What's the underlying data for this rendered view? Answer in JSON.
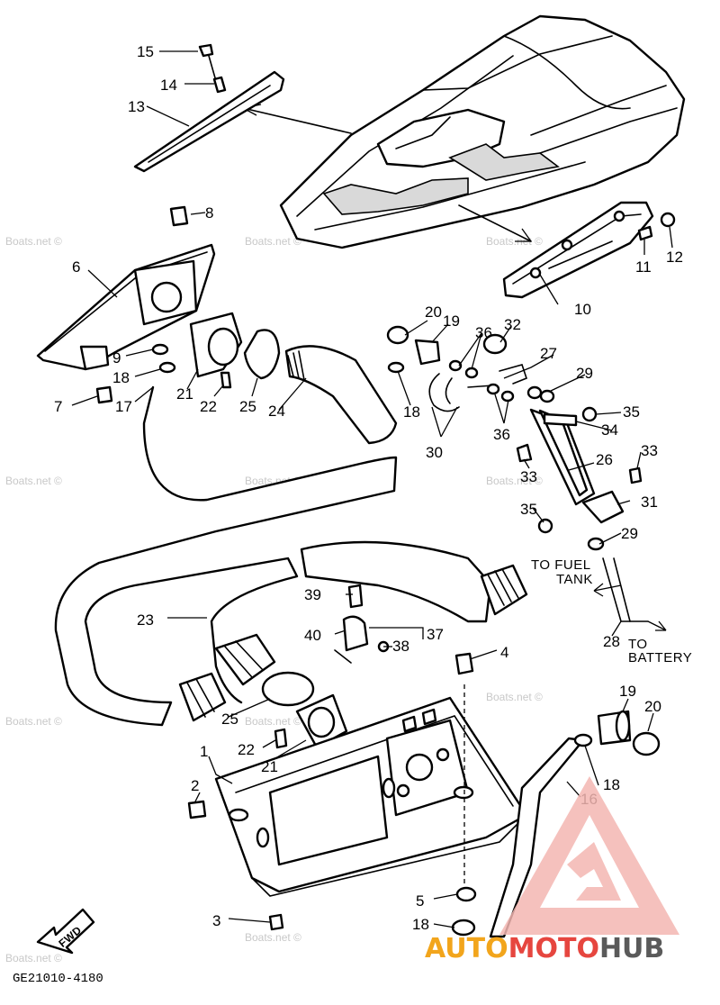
{
  "watermark": "Boats.net ©",
  "diagram_code": "GE21010-4180",
  "fwd_label": "FWD",
  "notes": {
    "to_fuel_tank_line1": "TO FUEL",
    "to_fuel_tank_line2": "TANK",
    "to_battery_line1": "TO",
    "to_battery_line2": "BATTERY"
  },
  "logo": {
    "part1": "AUTO",
    "part2": "MOTO",
    "part3": "HUB"
  },
  "callouts": [
    "1",
    "2",
    "3",
    "4",
    "5",
    "6",
    "7",
    "8",
    "9",
    "10",
    "11",
    "12",
    "13",
    "14",
    "15",
    "16",
    "16",
    "17",
    "18",
    "18",
    "18",
    "18",
    "19",
    "19",
    "20",
    "20",
    "21",
    "21",
    "22",
    "22",
    "23",
    "24",
    "25",
    "25",
    "26",
    "27",
    "28",
    "29",
    "29",
    "30",
    "31",
    "32",
    "33",
    "33",
    "34",
    "35",
    "35",
    "36",
    "36",
    "37",
    "38",
    "39",
    "40"
  ]
}
